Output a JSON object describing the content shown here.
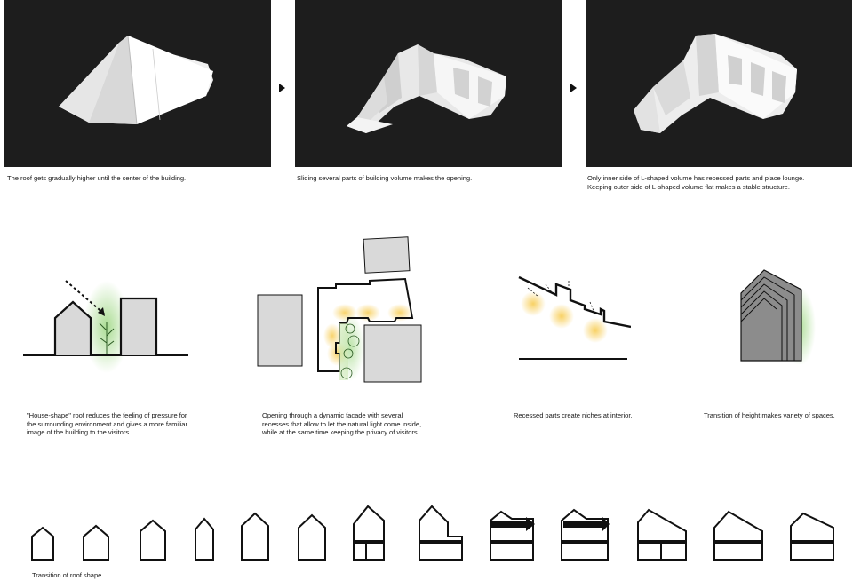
{
  "photos": [
    {
      "caption": "The roof gets gradually higher until the center of the building."
    },
    {
      "caption": "Sliding several parts of building volume makes the opening."
    },
    {
      "caption": "Only inner side of L-shaped volume has recessed parts and place lounge.\nKeeping outer side of L-shaped volume flat makes a stable structure."
    }
  ],
  "concepts": [
    {
      "caption": "\"House-shape\" roof reduces the feeling of pressure for\nthe surrounding environment and gives a more familiar\nimage of the building to the visitors."
    },
    {
      "caption": "Opening through a dynamic facade with several\nrecesses that allow to let the natural light come inside,\nwhile at the same time keeping the privacy of visitors."
    },
    {
      "caption": "Recessed parts create niches at interior."
    },
    {
      "caption": "Transition of height makes variety of spaces."
    }
  ],
  "roof_transition": {
    "caption": "Transition of roof shape"
  },
  "icons": [
    "arrow-right-icon",
    "arrow-right-icon"
  ],
  "colors": {
    "photo_bg": "#1d1d1d",
    "light_glow": "#f7c948",
    "green_glow": "#8ed16f"
  }
}
